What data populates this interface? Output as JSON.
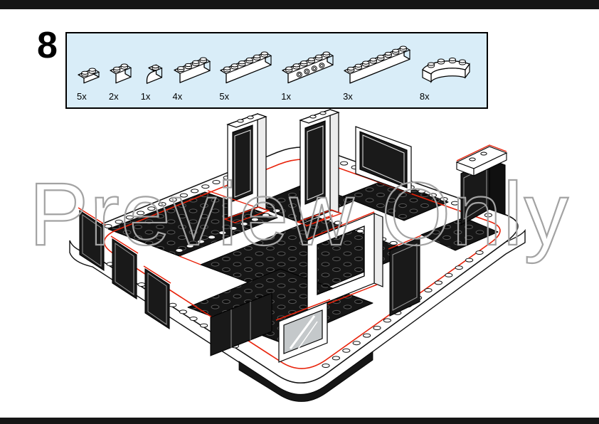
{
  "page": {
    "step_number": "8",
    "watermark_text": "Preview Only",
    "bar_color": "#161616",
    "background_color": "#ffffff"
  },
  "parts_box": {
    "background_color": "#d9edf8",
    "border_color": "#000000",
    "parts": [
      {
        "id": "plate-1x2",
        "kind": "brick",
        "studs": 2,
        "height": 7,
        "qty": "5x"
      },
      {
        "id": "brick-1x2",
        "kind": "brick",
        "studs": 2,
        "height": 13,
        "qty": "2x"
      },
      {
        "id": "brick-curved-slope-1x2",
        "kind": "slope",
        "studs": 2,
        "height": 13,
        "qty": "1x"
      },
      {
        "id": "brick-1x4",
        "kind": "brick",
        "studs": 4,
        "height": 13,
        "qty": "4x"
      },
      {
        "id": "brick-1x6",
        "kind": "brick",
        "studs": 6,
        "height": 13,
        "qty": "5x"
      },
      {
        "id": "brick-1x6-side-studs",
        "kind": "brick",
        "studs": 6,
        "height": 13,
        "side_studs": 4,
        "qty": "1x"
      },
      {
        "id": "brick-1x8",
        "kind": "brick",
        "studs": 8,
        "height": 13,
        "qty": "3x"
      },
      {
        "id": "brick-curved-macaroni",
        "kind": "macaroni",
        "qty": "8x"
      }
    ]
  },
  "model": {
    "colors": {
      "highlight_red": "#e8220a",
      "plate_black": "#161616",
      "brick_white": "#ffffff",
      "glass_gray": "#c4c8ca",
      "outline": "#111111",
      "watermark_gray": "#a3a3a3"
    }
  }
}
